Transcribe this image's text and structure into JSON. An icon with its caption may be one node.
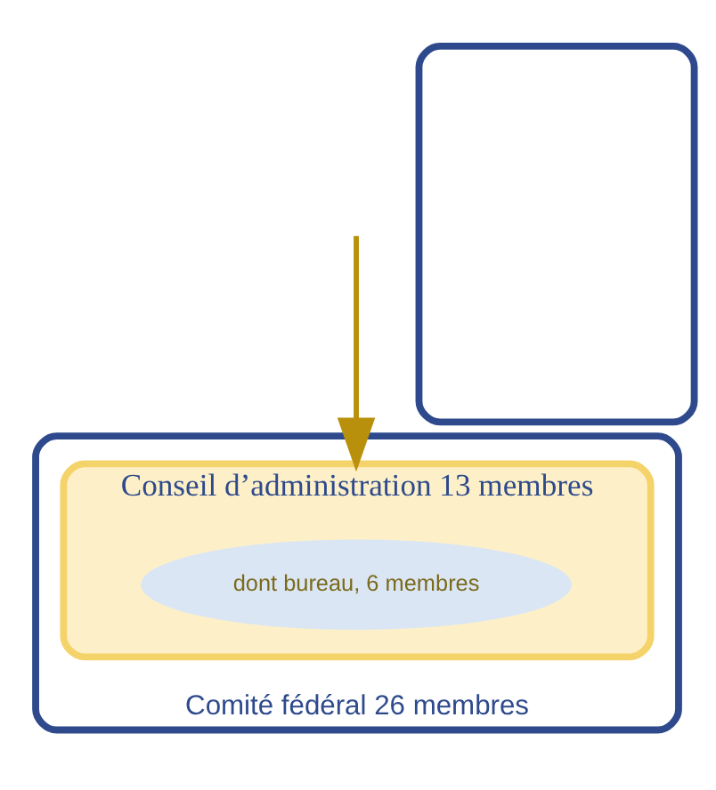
{
  "diagram": {
    "nodes": [
      {
        "text": [
          "Comité fédéral 26 membres"
        ]
      },
      {
        "text": [
          "Conseil d’administration 13 membres"
        ],
        "in": 0
      },
      {
        "text": [
          "dont bureau, 6 membres"
        ],
        "in": 1
      },
      {
        "text": [],
        "shape": "box"
      }
    ],
    "edges": [
      {
        "from": null,
        "to": 1,
        "arrow": "to"
      }
    ]
  }
}
